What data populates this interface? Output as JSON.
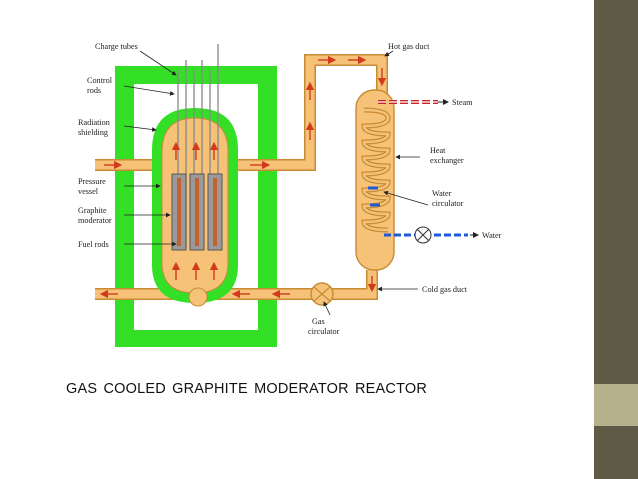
{
  "diagram": {
    "labels": {
      "charge_tubes": "Charge tubes",
      "control_rods_1": "Control",
      "control_rods_2": "rods",
      "radiation_shielding_1": "Radiation",
      "radiation_shielding_2": "shielding",
      "pressure_vessel_1": "Pressure",
      "pressure_vessel_2": "vessel",
      "graphite_moderator_1": "Graphite",
      "graphite_moderator_2": "moderator",
      "fuel_rods": "Fuel rods",
      "hot_gas_duct": "Hot gas duct",
      "steam": "Steam",
      "heat_exchanger_1": "Heat",
      "heat_exchanger_2": "exchanger",
      "water_circulator_1": "Water",
      "water_circulator_2": "circulator",
      "water": "Water",
      "cold_gas_duct": "Cold gas duct",
      "gas_circulator_1": "Gas",
      "gas_circulator_2": "circulator"
    },
    "colors": {
      "shield": "#33e026",
      "duct": "#f5c277",
      "duct_edge": "#c98a35",
      "flow_arrow": "#d23a1c",
      "steam_line": "#c62828",
      "water_line": "#1e5bd6",
      "moderator": "#9a9a9a",
      "fuel": "#c2622e"
    }
  },
  "caption": "GAS  COOLED  GRAPHITE  MODERATOR  REACTOR",
  "theme": {
    "side_bar": "#5f5a45",
    "side_accent": "#b6b18d"
  }
}
